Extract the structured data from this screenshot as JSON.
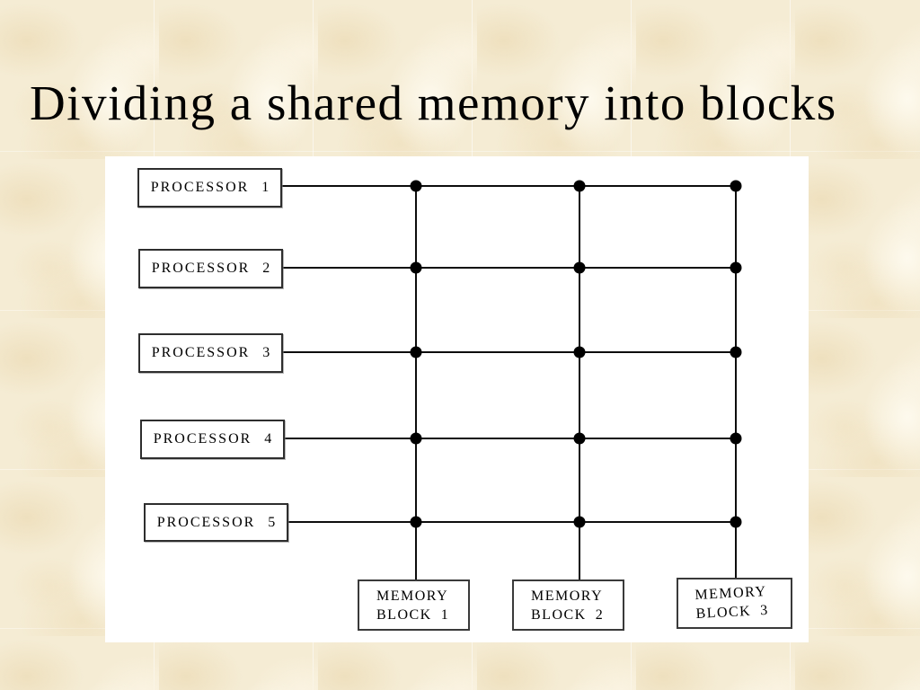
{
  "slide": {
    "title": "Dividing a shared memory into blocks"
  },
  "diagram": {
    "description": "Crossbar interconnection of processors and memory blocks",
    "grid": {
      "rows": 5,
      "columns": 3,
      "crosspoints": 15
    },
    "processors": [
      {
        "label": "PROCESSOR",
        "number": "1"
      },
      {
        "label": "PROCESSOR",
        "number": "2"
      },
      {
        "label": "PROCESSOR",
        "number": "3"
      },
      {
        "label": "PROCESSOR",
        "number": "4"
      },
      {
        "label": "PROCESSOR",
        "number": "5"
      }
    ],
    "memory_blocks": [
      {
        "line1": "MEMORY",
        "line2_label": "BLOCK",
        "number": "1"
      },
      {
        "line1": "MEMORY",
        "line2_label": "BLOCK",
        "number": "2"
      },
      {
        "line1": "MEMORY",
        "line2_label": "BLOCK",
        "number": "3"
      }
    ],
    "colors": {
      "slide_background": "#f5ecd4",
      "panel_background": "#ffffff",
      "line": "#0d0d0d",
      "box_border": "#2e2e2e",
      "text": "#000000"
    }
  }
}
